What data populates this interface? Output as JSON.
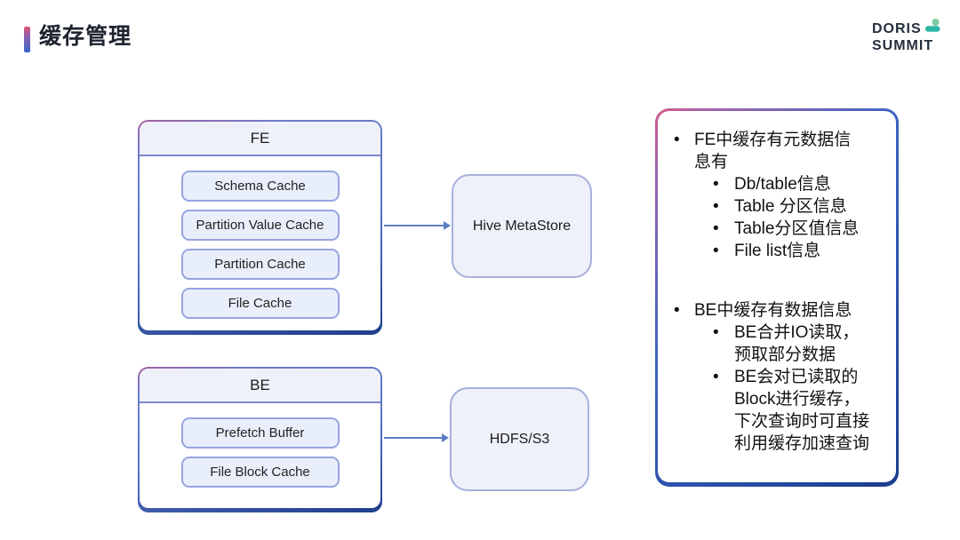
{
  "slide": {
    "title": "缓存管理",
    "logo": {
      "line1": "DORIS",
      "line2": "SUMMIT"
    }
  },
  "diagram": {
    "fe": {
      "title": "FE",
      "items": [
        "Schema Cache",
        "Partition Value Cache",
        "Partition Cache",
        "File Cache"
      ]
    },
    "be": {
      "title": "BE",
      "items": [
        "Prefetch Buffer",
        "File Block Cache"
      ]
    },
    "hive": {
      "label": "Hive MetaStore"
    },
    "storage": {
      "label": "HDFS/S3"
    }
  },
  "notes": {
    "sections": [
      {
        "text": "FE中缓存有元数据信\n息有",
        "subs": [
          "Db/table信息",
          "Table 分区信息",
          "Table分区值信息",
          "File list信息"
        ]
      },
      {
        "text": "BE中缓存有数据信息",
        "subs": [
          "BE合并IO读取，\n预取部分数据",
          "BE会对已读取的\nBlock进行缓存，\n下次查询时可直接\n利用缓存加速查询"
        ]
      }
    ]
  },
  "colors": {
    "accent_pink": "#e0557c",
    "accent_blue": "#3a66c8",
    "group_border": "#5a74c6",
    "group_border_dark": "#1f3f8c",
    "item_fill": "#e9eefb",
    "item_border": "#97a4e0",
    "store_fill": "#eef1f9",
    "store_border": "#a7b0dc",
    "arrow": "#5b7fc2",
    "logo_teal": "#2eb7a9",
    "logo_teal_light": "#7cc9a3",
    "text": "#121212"
  }
}
